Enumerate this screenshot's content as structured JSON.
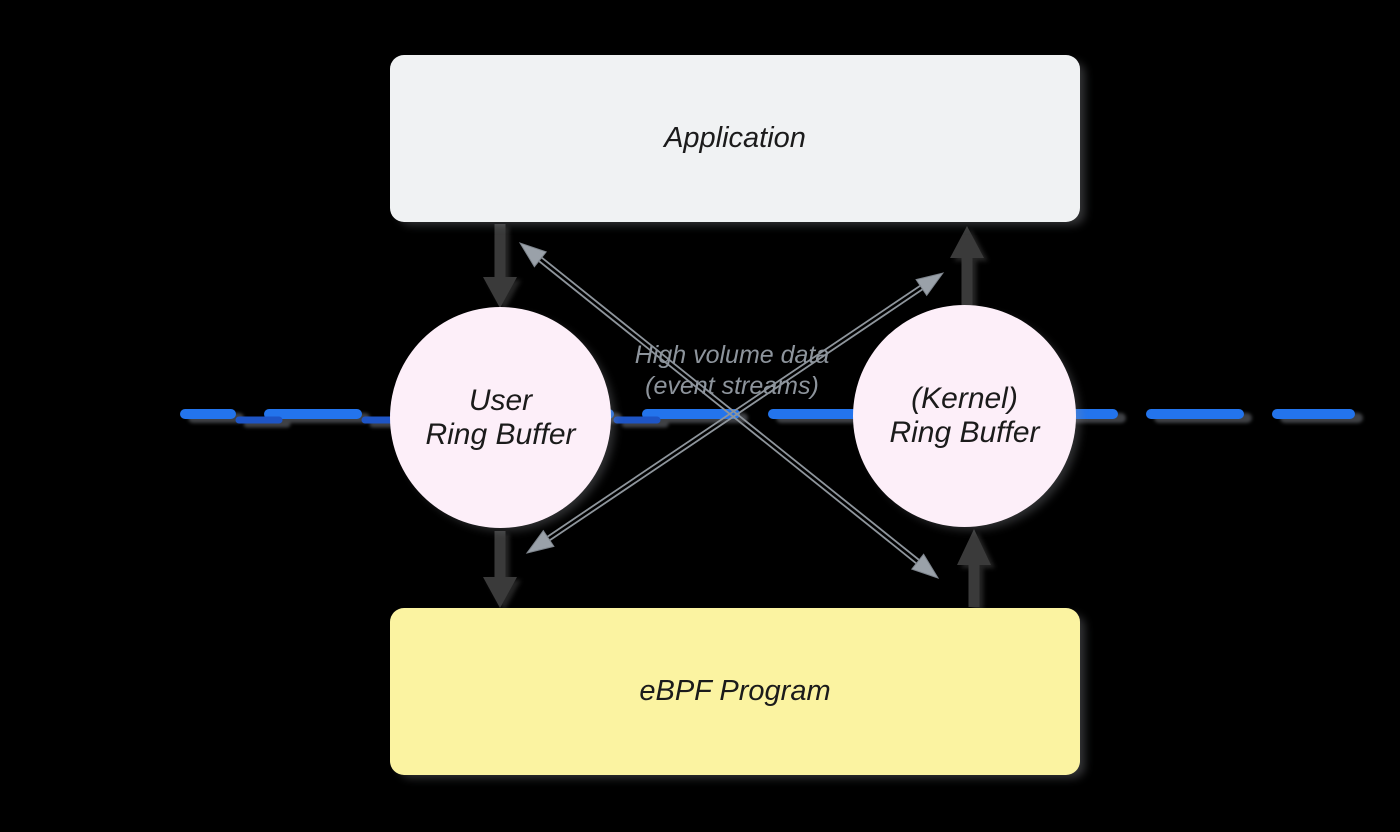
{
  "diagram": {
    "nodes": {
      "application": {
        "label": "Application"
      },
      "user_ring_buffer": {
        "line1": "User",
        "line2": "Ring Buffer"
      },
      "kernel_ring_buffer": {
        "line1": "(Kernel)",
        "line2": "Ring Buffer"
      },
      "ebpf_program": {
        "label": "eBPF Program"
      }
    },
    "center_note": {
      "line1": "High volume data",
      "line2": "(event streams)"
    },
    "colors": {
      "background": "#000000",
      "application_fill": "#f0f2f3",
      "ebpf_fill": "#fbf3a1",
      "ring_buffer_fill": "#fdeff9",
      "dash_blue": "#2374ec",
      "dash_blue_dark": "#1e55c6",
      "arrow_dark": "#3a3a3a",
      "arrow_gray_shaft": "#8e959c",
      "arrow_gray_head": "#9aa1a9",
      "note_text": "#8d949c",
      "node_text": "#1b1b1b"
    }
  }
}
